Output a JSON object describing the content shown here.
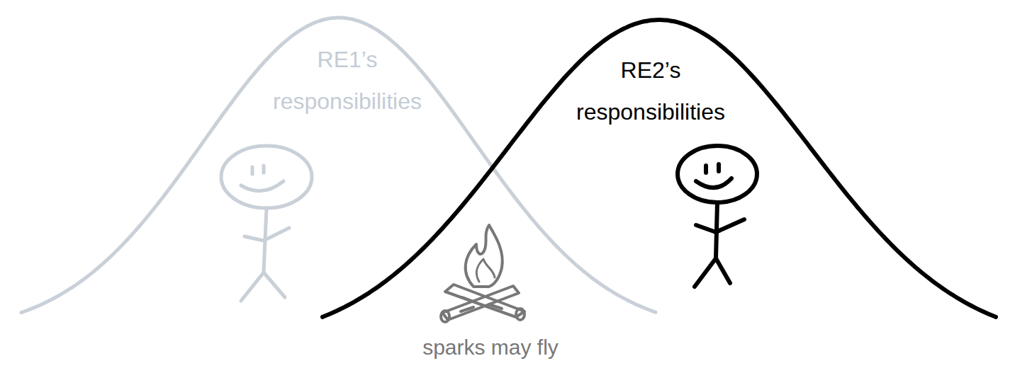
{
  "diagram": {
    "nodes": [
      {
        "text": [
          "RE1’s responsibilities"
        ]
      },
      {
        "text": [
          "RE2’s responsibilities"
        ]
      }
    ],
    "labels": [
      "sparks may fly"
    ]
  }
}
